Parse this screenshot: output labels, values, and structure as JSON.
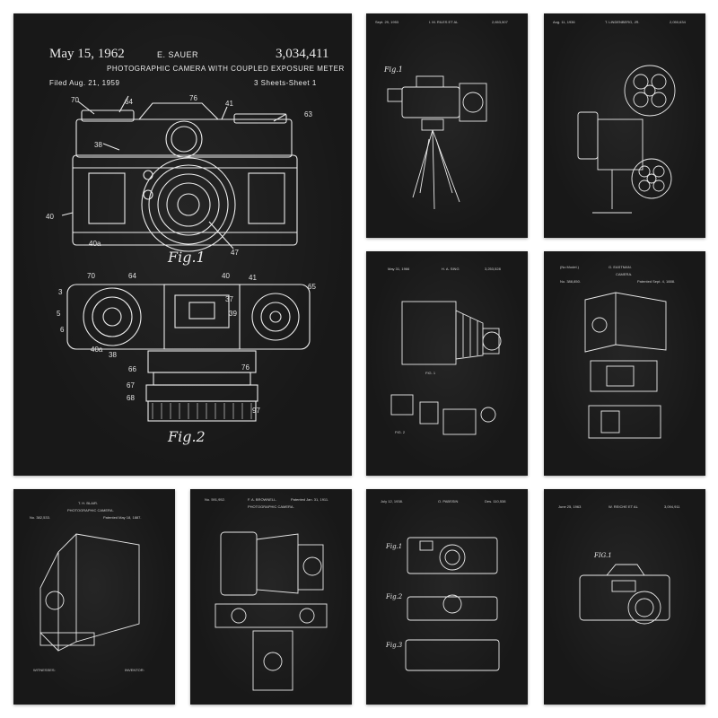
{
  "main_poster": {
    "date": "May 15, 1962",
    "inventor": "E. SAUER",
    "patent_number": "3,034,411",
    "title": "PHOTOGRAPHIC CAMERA WITH COUPLED EXPOSURE METER",
    "filed": "Filed Aug. 21, 1959",
    "sheets": "3 Sheets-Sheet 1",
    "fig1": "Fig.1",
    "fig2": "Fig.2",
    "ref_numbers": [
      "76",
      "70",
      "64",
      "41",
      "63",
      "38",
      "40",
      "40a",
      "47",
      "70",
      "64",
      "40",
      "41",
      "3",
      "65",
      "5",
      "6",
      "37",
      "39",
      "40a",
      "38",
      "66",
      "76",
      "67",
      "68",
      "97"
    ]
  },
  "posters": [
    {
      "date": "Sept. 29, 1953",
      "inventor": "I. M. RILES ET AL",
      "number": "2,653,507",
      "fig": "Fig.1"
    },
    {
      "date": "Aug. 11, 1936",
      "inventor": "T. LINDENBERG, JR.",
      "number": "2,050,634"
    },
    {
      "date": "May 31, 1966",
      "inventor": "H. A. SING",
      "number": "3,253,528",
      "fig1": "FIG. 1",
      "fig2": "FIG. 2"
    },
    {
      "date": "(No Model.)",
      "inventor": "G. EASTMAN.",
      "subtitle": "CAMERA.",
      "number_left": "No. 388,850.",
      "patented": "Patented Sept. 4, 1888."
    },
    {
      "inventor": "T. H. BLAIR.",
      "subtitle": "PHOTOGRAPHIC CAMERA.",
      "number_left": "No. 382,533.",
      "patented": "Patented May 18, 1887.",
      "witnesses": "WITNESSES:",
      "inventor_label": "INVENTOR:"
    },
    {
      "date": "No. 591,952.",
      "inventor": "F. A. BROWNELL.",
      "patented": "Patented Jan. 31, 1911.",
      "subtitle": "PHOTOGRAPHIC CAMERA."
    },
    {
      "date": "July 12, 1938.",
      "inventor": "O. PABSSIN",
      "number": "Des. 110,538",
      "fig1": "Fig.1",
      "fig2": "Fig.2",
      "fig3": "Fig.3"
    },
    {
      "date": "June 25, 1963",
      "inventor": "W. REICHE ET AL",
      "number": "3,094,911",
      "fig": "FIG.1"
    }
  ],
  "colors": {
    "poster_bg": "#181818",
    "line": "#e8e8e8",
    "page_bg": "#ffffff"
  }
}
